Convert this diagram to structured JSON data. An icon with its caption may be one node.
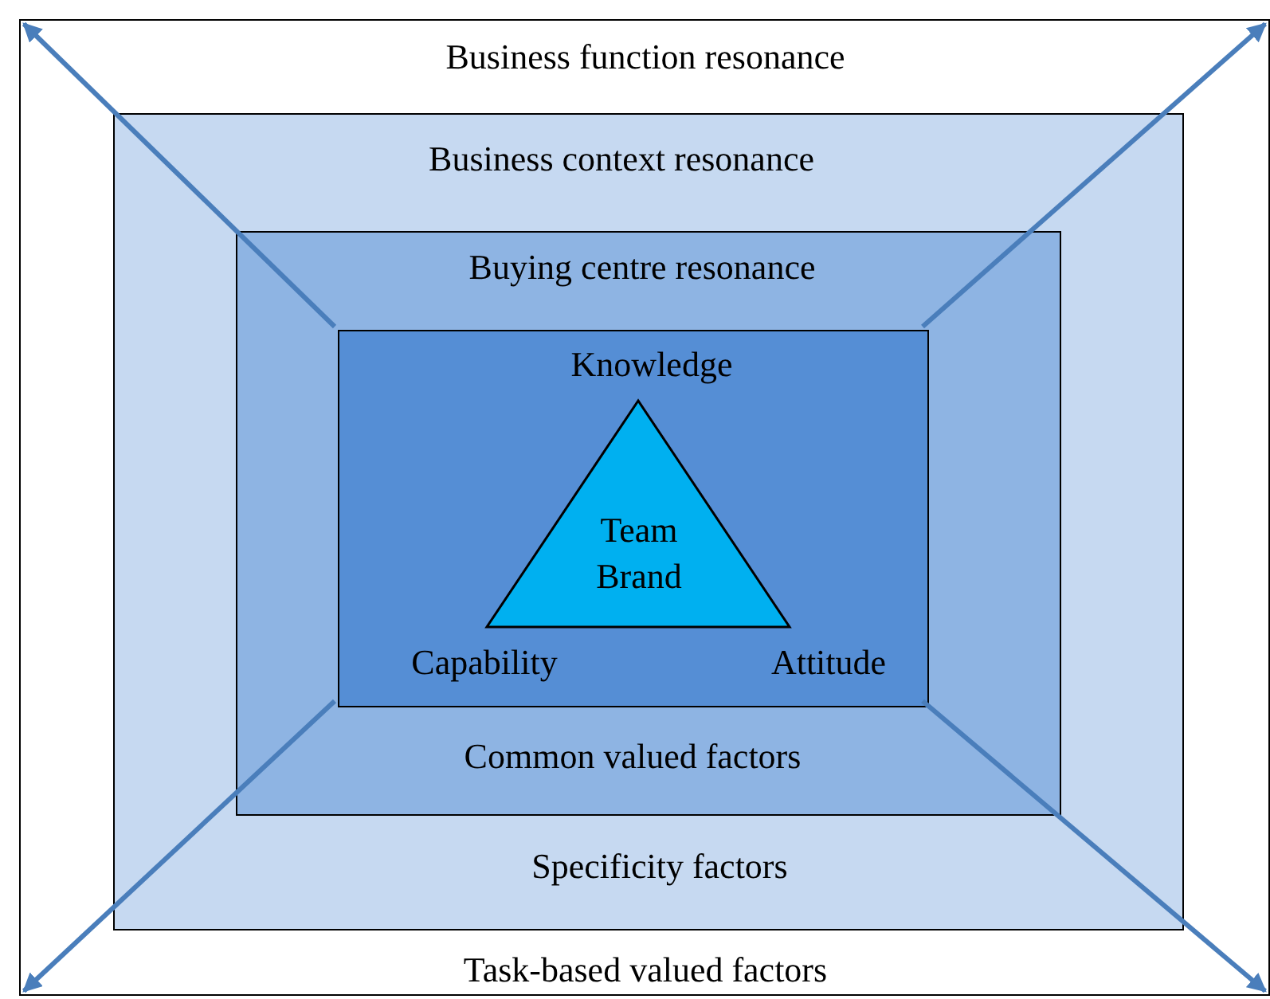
{
  "diagram": {
    "nodes": [
      {
        "text": [
          "Business function resonance",
          "Task-based valued factors"
        ]
      },
      {
        "text": [
          "Business context resonance",
          "Specificity factors"
        ],
        "in": 0
      },
      {
        "text": [
          "Buying centre resonance",
          "Common valued factors"
        ],
        "in": 1
      },
      {
        "text": [],
        "shape": "box",
        "in": 2
      },
      {
        "text": [
          "Team Brand"
        ],
        "beside": [
          "Knowledge",
          "Capability",
          "Attitude"
        ],
        "in": 3
      }
    ],
    "edges": [
      {
        "from": 3,
        "to": 0,
        "arrow": "to"
      },
      {
        "from": 3,
        "to": 0,
        "arrow": "to"
      },
      {
        "from": 3,
        "to": 0,
        "arrow": "to"
      },
      {
        "from": 3,
        "to": 0,
        "arrow": "to"
      }
    ]
  }
}
